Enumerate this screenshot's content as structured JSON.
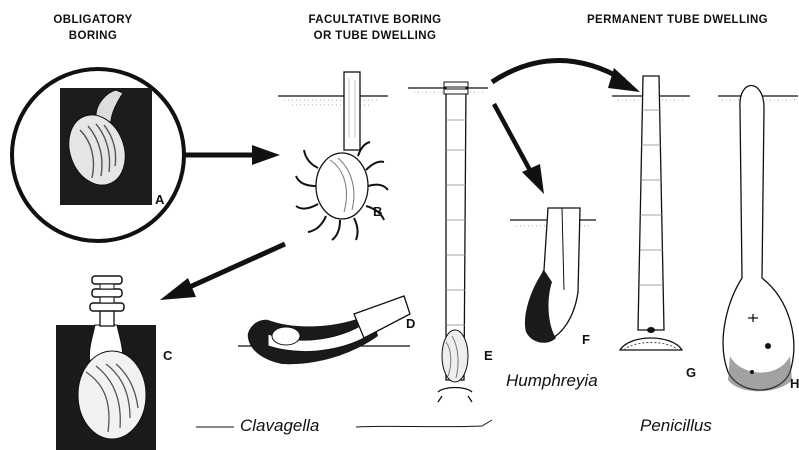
{
  "headings": {
    "obligatory": [
      "OBLIGATORY",
      "BORING"
    ],
    "facultative": [
      "FACULTATIVE  BORING",
      "OR  TUBE  DWELLING"
    ],
    "permanent": "PERMANENT  TUBE  DWELLING"
  },
  "panel_letters": [
    "A",
    "B",
    "C",
    "D",
    "E",
    "F",
    "G",
    "H"
  ],
  "genera": {
    "clavagella": "Clavagella",
    "humphreyia": "Humphreyia",
    "penicillus": "Penicillus"
  },
  "colors": {
    "ink": "#111111",
    "background": "#ffffff",
    "sediment": "#1a1a1a"
  },
  "arrows": [
    "A-to-B",
    "B-to-C",
    "E-to-F",
    "E-to-G"
  ]
}
